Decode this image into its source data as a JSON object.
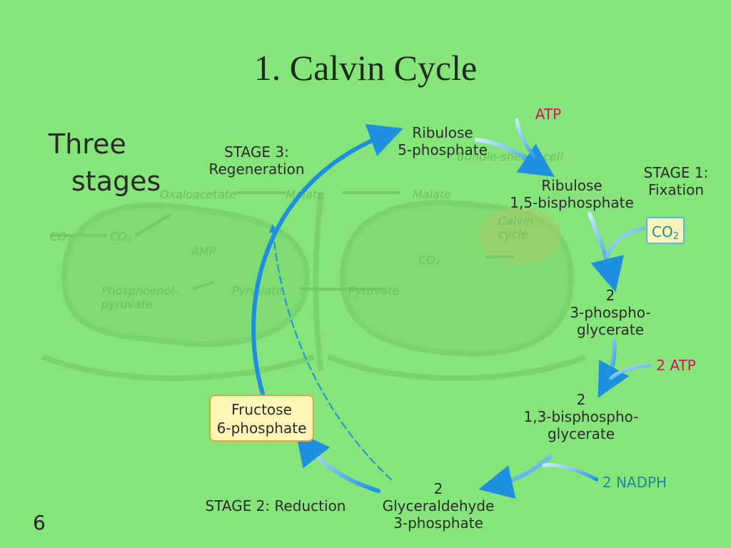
{
  "slide": {
    "title": "1. Calvin Cycle",
    "subtitle_line1": "Three",
    "subtitle_line2": "stages",
    "slide_number": "6"
  },
  "diagram": {
    "ribulose_5p": [
      "Ribulose",
      "5-phosphate"
    ],
    "atp_top": "ATP",
    "stage3": [
      "STAGE 3:",
      "Regeneration"
    ],
    "ribulose_15bp": [
      "Ribulose",
      "1,5-bisphosphate"
    ],
    "stage1": [
      "STAGE 1:",
      "Fixation"
    ],
    "co2_main": "CO",
    "co2_sub": "2",
    "pga": [
      "2",
      "3-phospho-",
      "glycerate"
    ],
    "atp_2": "2 ATP",
    "bpg": [
      "2",
      "1,3-bisphospho-",
      "glycerate"
    ],
    "nadph": "2 NADPH",
    "g3p": [
      "2",
      "Glyceraldehyde",
      "3-phosphate"
    ],
    "stage2": "STAGE 2: Reduction",
    "fructose": [
      "Fructose",
      "6-phosphate"
    ]
  },
  "colors": {
    "background": "#86e57a",
    "arrow_blue": "#1e90e0",
    "magenta_label": "#d4145a",
    "teal_label": "#1a8aa0",
    "box_fill": "#fff6b8"
  }
}
